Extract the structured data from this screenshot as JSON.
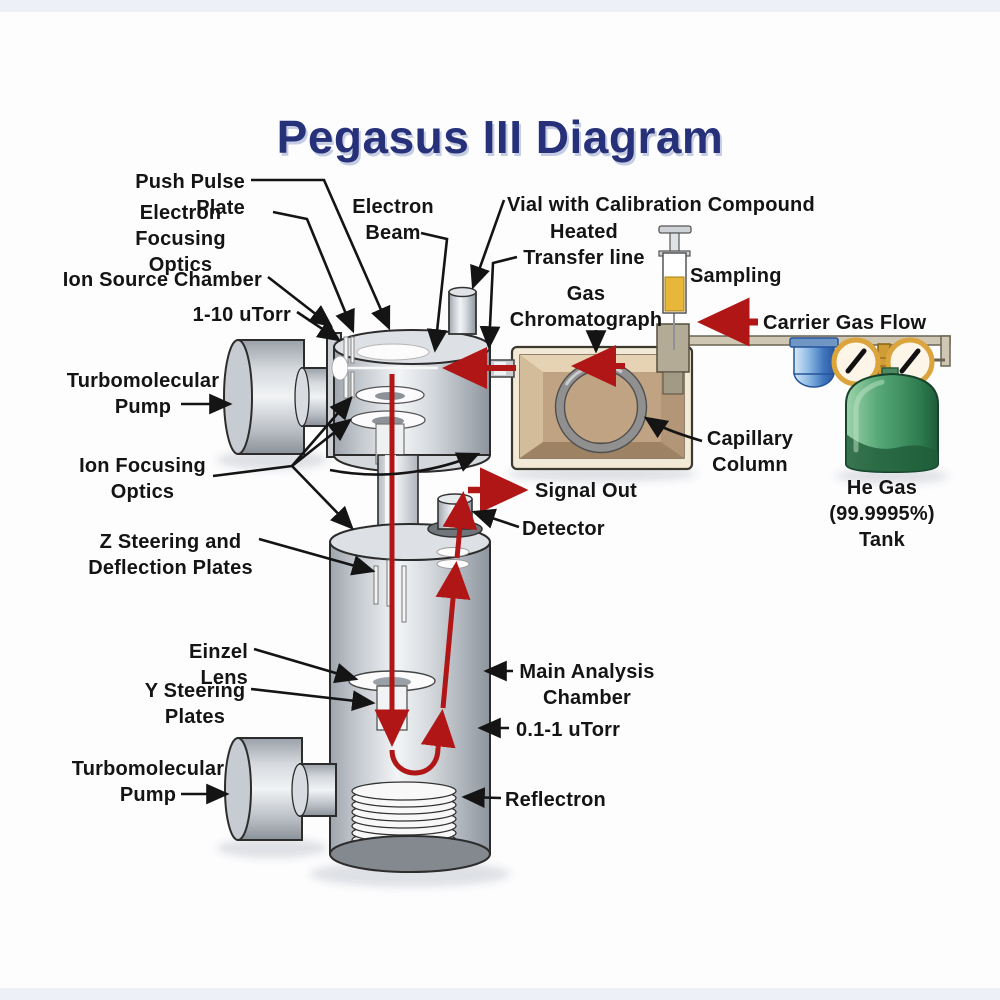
{
  "title": "Pegasus III Diagram",
  "labels": {
    "push_pulse_plate": "Push Pulse Plate",
    "electron_focusing_optics": "Electron Focusing\nOptics",
    "ion_source_chamber": "Ion Source Chamber",
    "ion_source_pressure": "1-10 uTorr",
    "turbo_pump_top": "Turbomolecular\nPump",
    "ion_focusing_optics": "Ion Focusing\nOptics",
    "z_steering_plates": "Z Steering and\nDeflection Plates",
    "einzel_lens": "Einzel Lens",
    "y_steering_plates": "Y Steering\nPlates",
    "turbo_pump_bottom": "Turbomolecular\nPump",
    "electron_beam": "Electron\nBeam",
    "vial_calibration": "Vial with Calibration Compound",
    "heated_transfer_line": "Heated\nTransfer line",
    "gas_chromatograph": "Gas\nChromatograph",
    "sampling": "Sampling",
    "carrier_gas_flow": "Carrier Gas Flow",
    "capillary_column": "Capillary\nColumn",
    "signal_out": "Signal Out",
    "detector": "Detector",
    "main_analysis_chamber": "Main Analysis\nChamber",
    "main_chamber_pressure": "0.1-1 uTorr",
    "reflectron": "Reflectron",
    "he_gas_tank": "He Gas\n(99.9995%)\nTank"
  },
  "colors": {
    "title_navy": "#27317a",
    "label_black": "#141414",
    "beam_red": "#b01616",
    "metal_gray": "#c9ced4",
    "oven_tan": "#c4a987",
    "tank_green": "#2e7d50",
    "filter_blue": "#3f74bc",
    "syringe_amber": "#e8b73a"
  }
}
